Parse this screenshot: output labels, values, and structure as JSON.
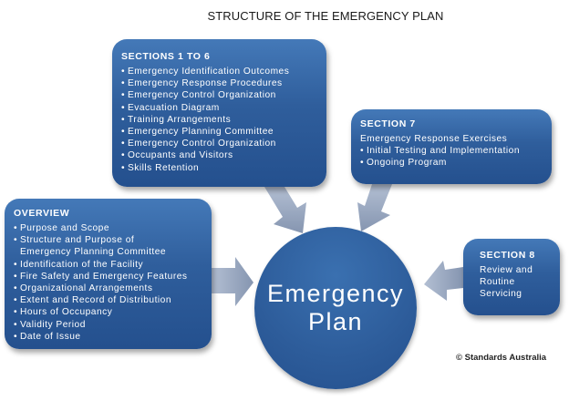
{
  "title": "STRUCTURE OF THE EMERGENCY PLAN",
  "center": {
    "line1": "Emergency",
    "line2": "Plan"
  },
  "sections_1_6": {
    "heading": "SECTIONS 1 TO 6",
    "items": [
      "Emergency Identification Outcomes",
      "Emergency Response Procedures",
      "Emergency Control Organization",
      "Evacuation Diagram",
      "Training Arrangements",
      "Emergency Planning Committee",
      "Emergency Control Organization",
      "Occupants and Visitors",
      "Skills Retention"
    ]
  },
  "section_7": {
    "heading": "SECTION 7",
    "lead": "Emergency Response Exercises",
    "items": [
      "Initial Testing and Implementation",
      "Ongoing Program"
    ]
  },
  "overview": {
    "heading": "OVERVIEW",
    "items": [
      "Purpose and Scope",
      "Structure and Purpose of",
      "Emergency Planning Committee",
      "Identification of the Facility",
      "Fire Safety and Emergency Features",
      "Organizational Arrangements",
      "Extent and Record of Distribution",
      "Hours of Occupancy",
      "Validity Period",
      "Date of Issue"
    ]
  },
  "section_8": {
    "heading": "SECTION 8",
    "lines": [
      "Review and",
      "Routine",
      "Servicing"
    ]
  },
  "bullet": "•",
  "credit": "© Standards Australia",
  "colors": {
    "box": "#2f5e9c",
    "arrow": "#9aa8c0",
    "text": "#ffffff"
  }
}
